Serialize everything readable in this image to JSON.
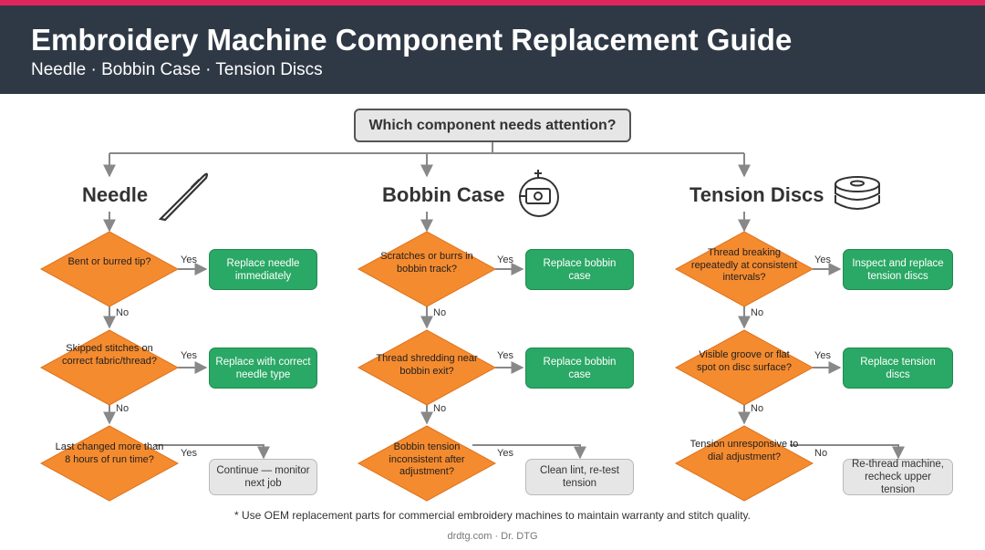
{
  "header": {
    "title": "Embroidery Machine Component Replacement Guide",
    "subtitle": "Needle · Bobbin Case · Tension Discs"
  },
  "root_question": "Which component needs attention?",
  "yes_label": "Yes",
  "no_label": "No",
  "columns": [
    {
      "title": "Needle",
      "icon": "needle-icon",
      "questions": [
        "Bent or burred tip?",
        "Skipped stitches on correct fabric/thread?",
        "Last changed more than 8 hours of run time?"
      ],
      "actions": [
        "Replace needle immediately",
        "Replace with correct needle type"
      ],
      "final_outcome": "Continue — monitor next job"
    },
    {
      "title": "Bobbin Case",
      "icon": "bobbin-case-icon",
      "questions": [
        "Scratches or burrs in bobbin track?",
        "Thread shredding near bobbin exit?",
        "Bobbin tension inconsistent after adjustment?"
      ],
      "actions": [
        "Replace bobbin case",
        "Replace bobbin case"
      ],
      "final_outcome": "Clean lint, re-test tension"
    },
    {
      "title": "Tension Discs",
      "icon": "tension-discs-icon",
      "questions": [
        "Thread breaking repeatedly at consistent intervals?",
        "Visible groove or flat spot on disc surface?",
        "Tension unresponsive to dial adjustment?"
      ],
      "actions": [
        "Inspect and replace tension discs",
        "Replace tension discs"
      ],
      "final_outcome": "Re-thread machine, recheck upper tension"
    }
  ],
  "colors": {
    "accent_bar": "#e0245e",
    "header_bg": "#2f3946",
    "decision_fill": "#f58b2f",
    "action_fill": "#2aa865",
    "neutral_fill": "#e6e6e6",
    "connector": "#888888"
  },
  "footnote": "* Use OEM replacement parts for commercial embroidery machines to maintain warranty and stitch quality.",
  "credit": "drdtg.com · Dr. DTG"
}
